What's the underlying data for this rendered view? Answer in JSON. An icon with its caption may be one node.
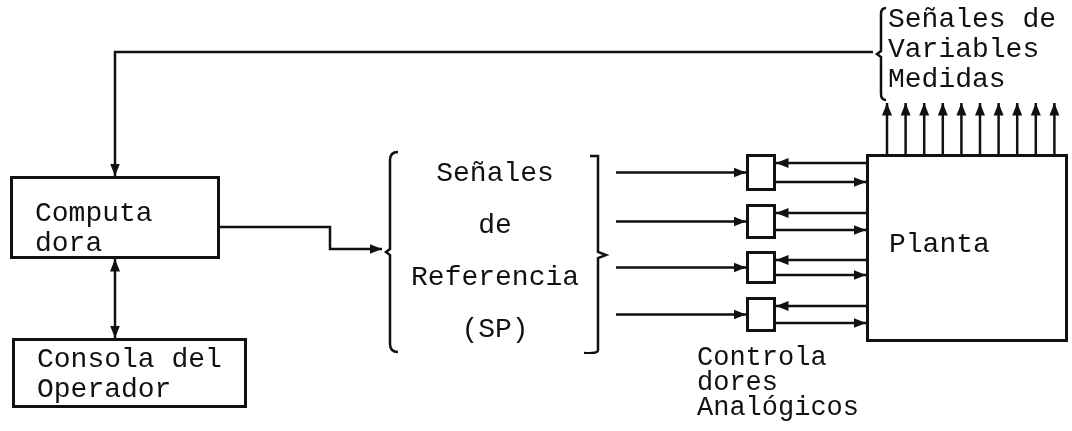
{
  "diagram": {
    "nodes": [
      {
        "text": [
          "Computa dora"
        ]
      },
      {
        "text": [
          "Consola del Operador"
        ]
      },
      {
        "text": [
          "Señales de Referencia (SP)"
        ]
      },
      {
        "text": [],
        "shape": "box"
      },
      {
        "text": [],
        "shape": "box"
      },
      {
        "text": [],
        "shape": "box"
      },
      {
        "text": [],
        "shape": "box"
      },
      {
        "text": [
          "Planta"
        ]
      },
      {
        "text": [
          "Señales de Variables Medidas"
        ]
      }
    ],
    "edges": [
      {
        "from": 8,
        "to": 0,
        "arrow": "to"
      },
      {
        "from": 0,
        "to": 2,
        "arrow": "to"
      },
      {
        "from": 0,
        "to": 1,
        "arrow": "both"
      },
      {
        "from": 2,
        "to": 3,
        "arrow": "to"
      },
      {
        "from": 2,
        "to": 4,
        "arrow": "to"
      },
      {
        "from": 2,
        "to": 5,
        "arrow": "to"
      },
      {
        "from": 2,
        "to": 6,
        "arrow": "to"
      },
      {
        "from": 7,
        "to": 3,
        "arrow": "to"
      },
      {
        "from": 3,
        "to": 7,
        "arrow": "to"
      },
      {
        "from": 7,
        "to": 4,
        "arrow": "to"
      },
      {
        "from": 4,
        "to": 7,
        "arrow": "to"
      },
      {
        "from": 7,
        "to": 5,
        "arrow": "to"
      },
      {
        "from": 5,
        "to": 7,
        "arrow": "to"
      },
      {
        "from": 7,
        "to": 6,
        "arrow": "to"
      },
      {
        "from": 6,
        "to": 7,
        "arrow": "to"
      },
      {
        "from": 7,
        "to": 8,
        "arrow": "to"
      },
      {
        "from": 7,
        "to": 8,
        "arrow": "to"
      },
      {
        "from": 7,
        "to": 8,
        "arrow": "to"
      },
      {
        "from": 7,
        "to": 8,
        "arrow": "to"
      },
      {
        "from": 7,
        "to": 8,
        "arrow": "to"
      },
      {
        "from": 7,
        "to": 8,
        "arrow": "to"
      },
      {
        "from": 7,
        "to": 8,
        "arrow": "to"
      },
      {
        "from": 7,
        "to": 8,
        "arrow": "to"
      },
      {
        "from": 7,
        "to": 8,
        "arrow": "to"
      },
      {
        "from": 7,
        "to": 8,
        "arrow": "to"
      }
    ],
    "labels": [
      "Controla dores Analógicos"
    ]
  }
}
